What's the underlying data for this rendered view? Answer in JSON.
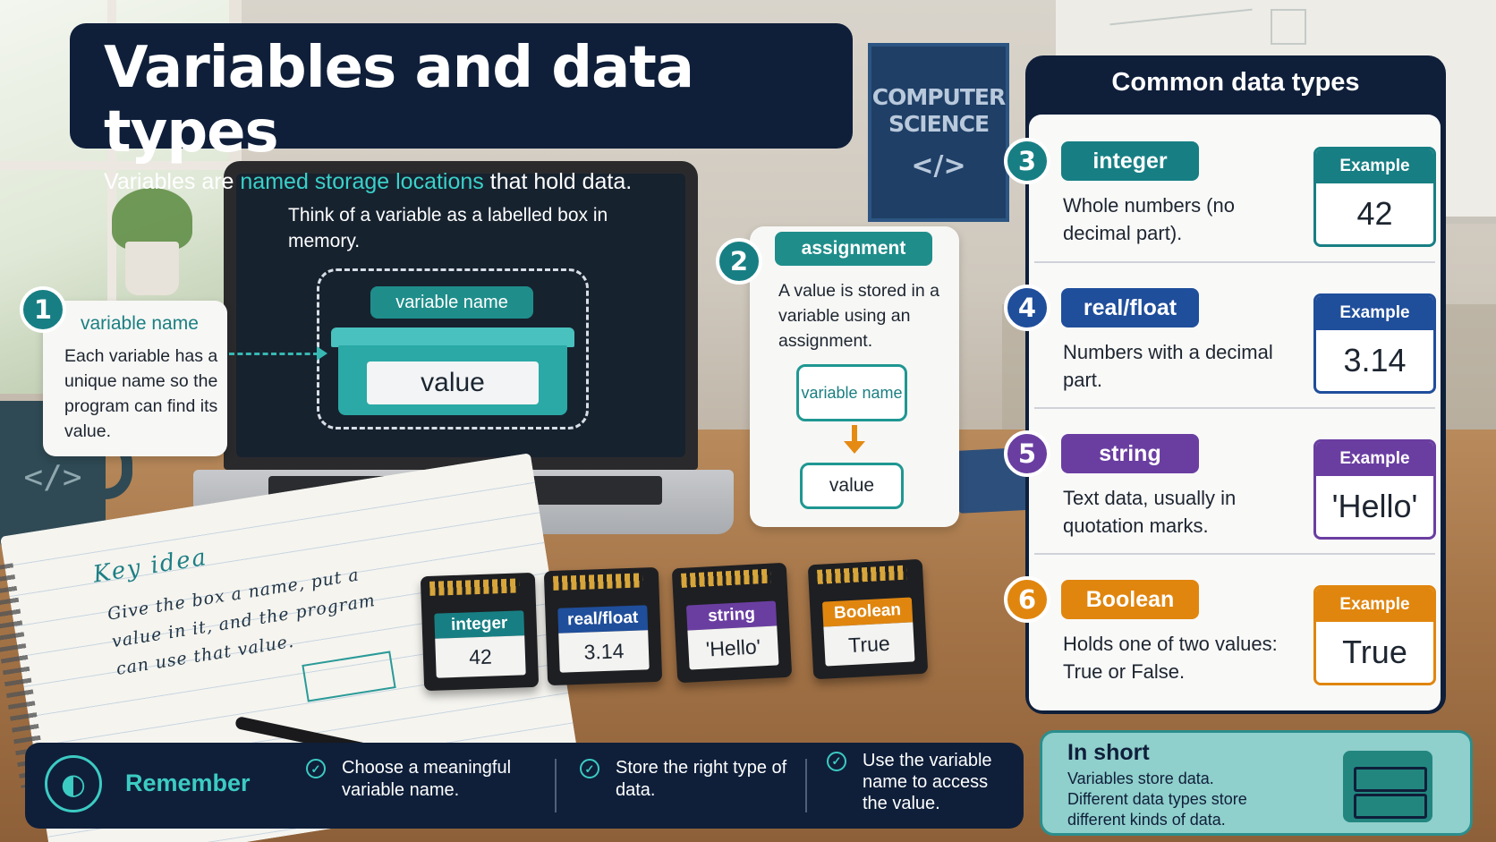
{
  "colors": {
    "navy": "#0f1f3a",
    "teal": "#1f8e8b",
    "highlight": "#3ad1c9",
    "integer": "#177f84",
    "float": "#1f4e9b",
    "string": "#6a3ea1",
    "boolean": "#e0860f"
  },
  "header": {
    "title": "Variables and data types",
    "subtitle_before": "Variables are ",
    "subtitle_highlight": "named storage locations",
    "subtitle_after": " that hold data."
  },
  "background": {
    "poster_line1": "COMPUTER",
    "poster_line2": "SCIENCE",
    "poster_icon": "</>",
    "mug_icon": "</>"
  },
  "laptop": {
    "caption": "Think of a variable as a labelled box in memory.",
    "box_label": "variable name",
    "box_value": "value"
  },
  "callout1": {
    "number": "1",
    "title": "variable name",
    "text": "Each variable has a unique name so the program can find its value."
  },
  "callout2": {
    "number": "2",
    "title": "assignment",
    "text": "A value is stored in a variable using an assignment.",
    "flow_from": "variable name",
    "flow_to": "value"
  },
  "notebook": {
    "title": "Key idea",
    "text": "Give the box a name, put a value in it, and the program can use that value."
  },
  "cards": [
    {
      "type": "integer",
      "value": "42"
    },
    {
      "type": "real/float",
      "value": "3.14"
    },
    {
      "type": "string",
      "value": "'Hello'"
    },
    {
      "type": "Boolean",
      "value": "True"
    }
  ],
  "types_panel": {
    "title": "Common data types",
    "example_label": "Example",
    "items": [
      {
        "number": "3",
        "name": "integer",
        "description": "Whole numbers (no decimal part).",
        "example": "42"
      },
      {
        "number": "4",
        "name": "real/float",
        "description": "Numbers with a decimal part.",
        "example": "3.14"
      },
      {
        "number": "5",
        "name": "string",
        "description": "Text data, usually in quotation marks.",
        "example": "'Hello'"
      },
      {
        "number": "6",
        "name": "Boolean",
        "description": "Holds one of two values: True or False.",
        "example": "True"
      }
    ]
  },
  "remember": {
    "label": "Remember",
    "icon": "lightbulb-icon",
    "tips": [
      "Choose a meaningful variable name.",
      "Store the right type of data.",
      "Use the variable name to access the value."
    ]
  },
  "in_short": {
    "title": "In short",
    "line1": "Variables store data.",
    "line2": "Different data types store",
    "line3": "different kinds of data."
  }
}
